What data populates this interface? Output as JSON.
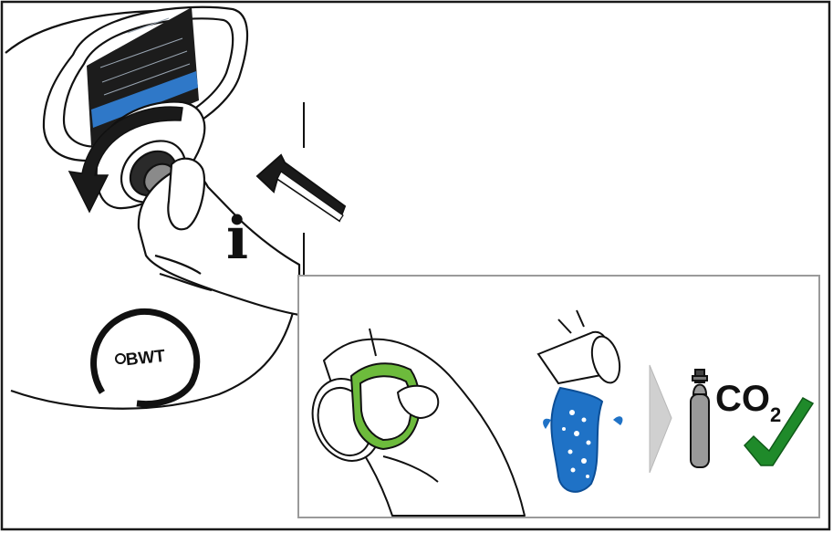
{
  "device": {
    "brand": "BWT",
    "info_symbol": "i"
  },
  "inset": {
    "gas_label": "CO",
    "gas_subscript": "2"
  },
  "colors": {
    "frame": "#1a1a1a",
    "inset_border": "#9a9a9a",
    "screen_dark": "#1c1c1c",
    "screen_blue": "#2f78c8",
    "grip_green": "#6dbb3c",
    "water_blue": "#1f72c6",
    "water_dark": "#0c4e96",
    "check_green": "#1f8a2a",
    "arrow_grey": "#d0d0d0"
  },
  "icons": {
    "rotate": "curved-arrow-icon",
    "push": "arrow-right-icon",
    "info": "info-icon",
    "next": "chevron-right-icon",
    "confirm": "checkmark-icon",
    "cylinder": "co2-cylinder-icon"
  }
}
